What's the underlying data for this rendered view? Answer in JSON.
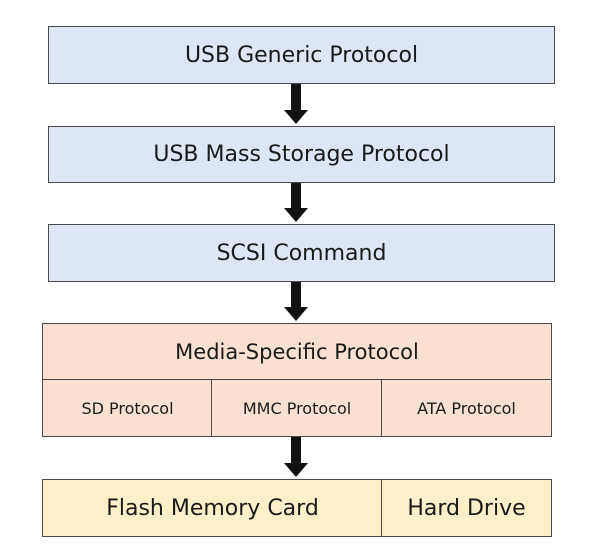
{
  "diagram": {
    "layers": {
      "usb_generic": "USB Generic Protocol",
      "usb_mass_storage": "USB Mass Storage Protocol",
      "scsi_command": "SCSI Command",
      "media_specific": "Media-Specific Protocol"
    },
    "media_protocols": [
      "SD Protocol",
      "MMC Protocol",
      "ATA Protocol"
    ],
    "devices": [
      "Flash Memory Card",
      "Hard Drive"
    ],
    "colors": {
      "protocol_layer": "#dce6f4",
      "media_layer": "#f9e0d2",
      "device_layer": "#fdefc8",
      "border": "#4a4a4a",
      "arrow": "#111111"
    }
  }
}
